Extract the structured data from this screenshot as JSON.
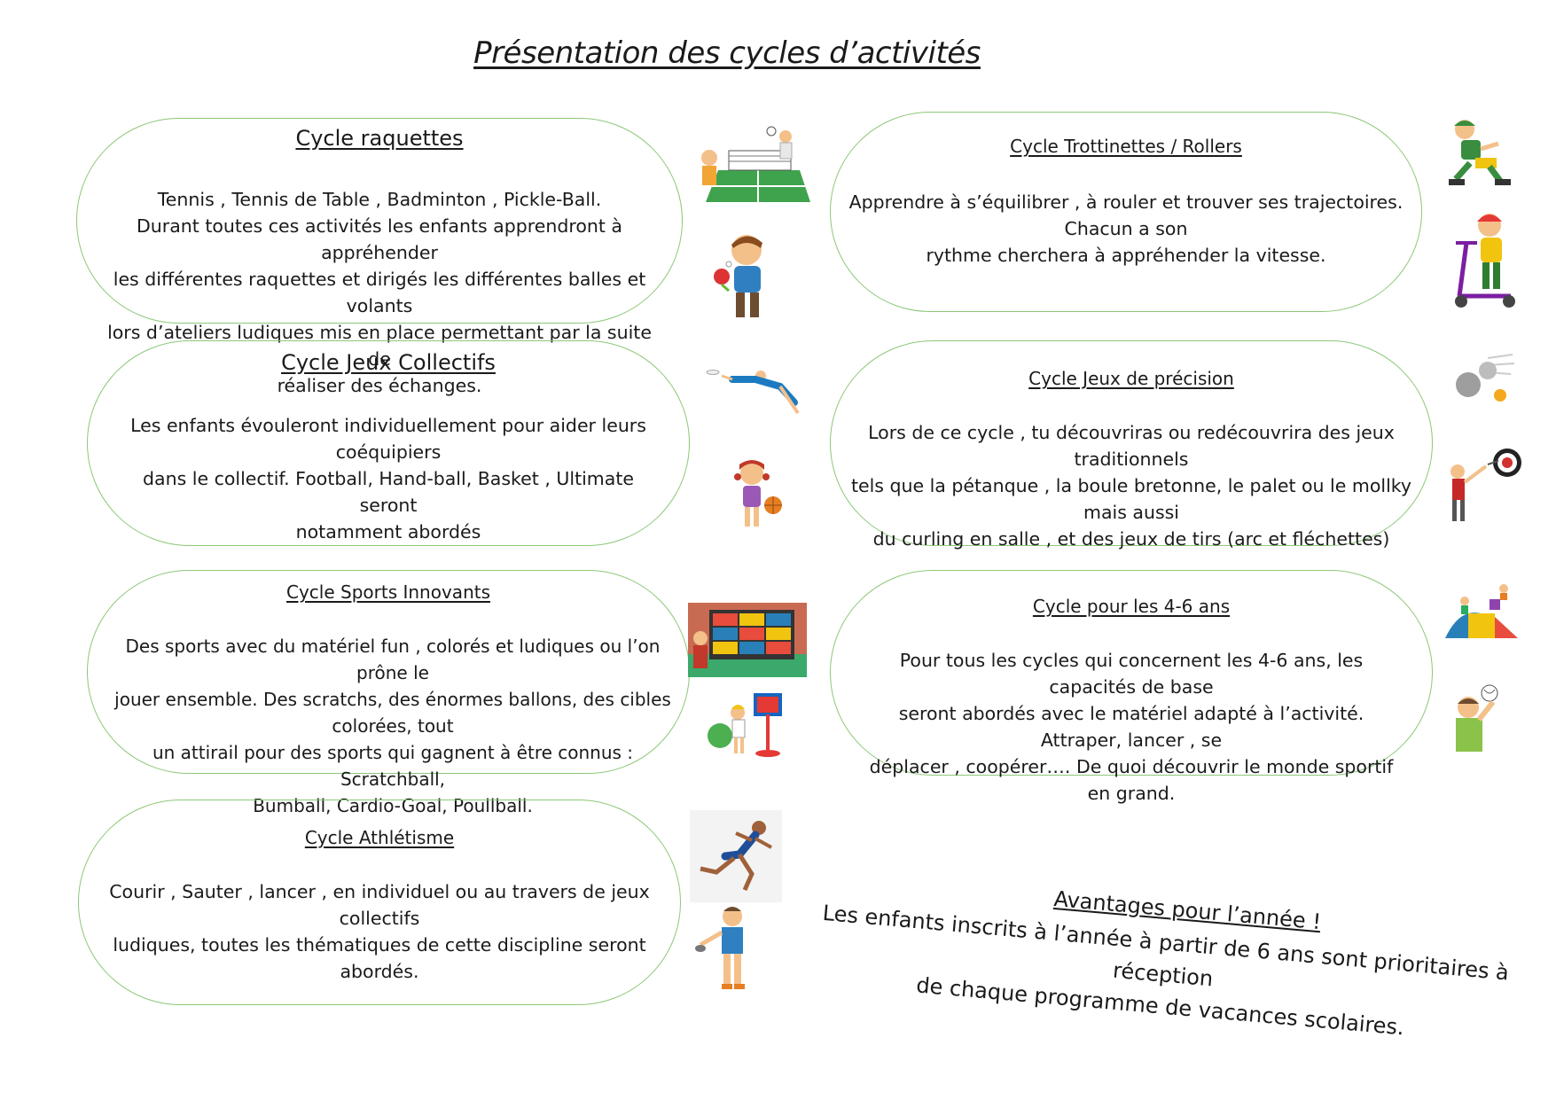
{
  "page_title": "Présentation des cycles d’activités",
  "cards": {
    "raquettes": {
      "title": "Cycle raquettes",
      "lines": [
        "Tennis , Tennis de Table , Badminton , Pickle-Ball.",
        "Durant toutes ces activités les enfants apprendront à appréhender",
        "les différentes raquettes et dirigés les différentes balles et volants",
        "lors d’ateliers ludiques mis en place permettant par la suite de",
        "réaliser des échanges."
      ]
    },
    "collectifs": {
      "title": "Cycle Jeux Collectifs",
      "lines": [
        "Les enfants évouleront individuellement pour aider leurs coéquipiers",
        "dans le collectif. Football, Hand-ball, Basket , Ultimate seront",
        "notamment abordés"
      ]
    },
    "innovants": {
      "title": "Cycle Sports Innovants",
      "lines": [
        "Des sports avec du matériel fun , colorés et ludiques ou l’on prône le",
        "jouer ensemble. Des scratchs, des énormes ballons, des cibles colorées, tout",
        "un attirail pour des sports qui gagnent à être connus : Scratchball,",
        "Bumball, Cardio-Goal, Poullball."
      ]
    },
    "athletisme": {
      "title": "Cycle Athlétisme",
      "lines": [
        "Courir , Sauter , lancer , en individuel ou au travers de jeux collectifs",
        "ludiques, toutes les thématiques de cette discipline seront abordés."
      ]
    },
    "trottinettes": {
      "title": "Cycle Trottinettes / Rollers",
      "lines": [
        "Apprendre à s’équilibrer , à rouler et trouver ses trajectoires. Chacun a son",
        "rythme cherchera à appréhender la vitesse."
      ]
    },
    "precision": {
      "title": "Cycle Jeux de précision",
      "lines": [
        "Lors de ce cycle , tu découvriras ou redécouvrira des jeux traditionnels",
        "tels que la pétanque , la boule bretonne, le palet ou le mollky mais aussi",
        "du curling en salle , et des jeux de tirs (arc et fléchettes)"
      ]
    },
    "petits": {
      "title": "Cycle pour les 4-6 ans",
      "lines": [
        "Pour tous les cycles qui concernent les 4-6 ans, les capacités de base",
        "seront abordés avec le matériel adapté à l’activité. Attraper, lancer , se",
        "déplacer , coopérer…. De quoi découvrir le monde sportif en grand."
      ]
    }
  },
  "advantages": {
    "title": "Avantages pour l’année !",
    "line1": "Les enfants inscrits à l’année à partir de 6 ans sont prioritaires à réception",
    "line2": "de chaque programme de vacances scolaires."
  },
  "colors": {
    "card_border": "#8cc878",
    "text": "#1a1a1a"
  }
}
